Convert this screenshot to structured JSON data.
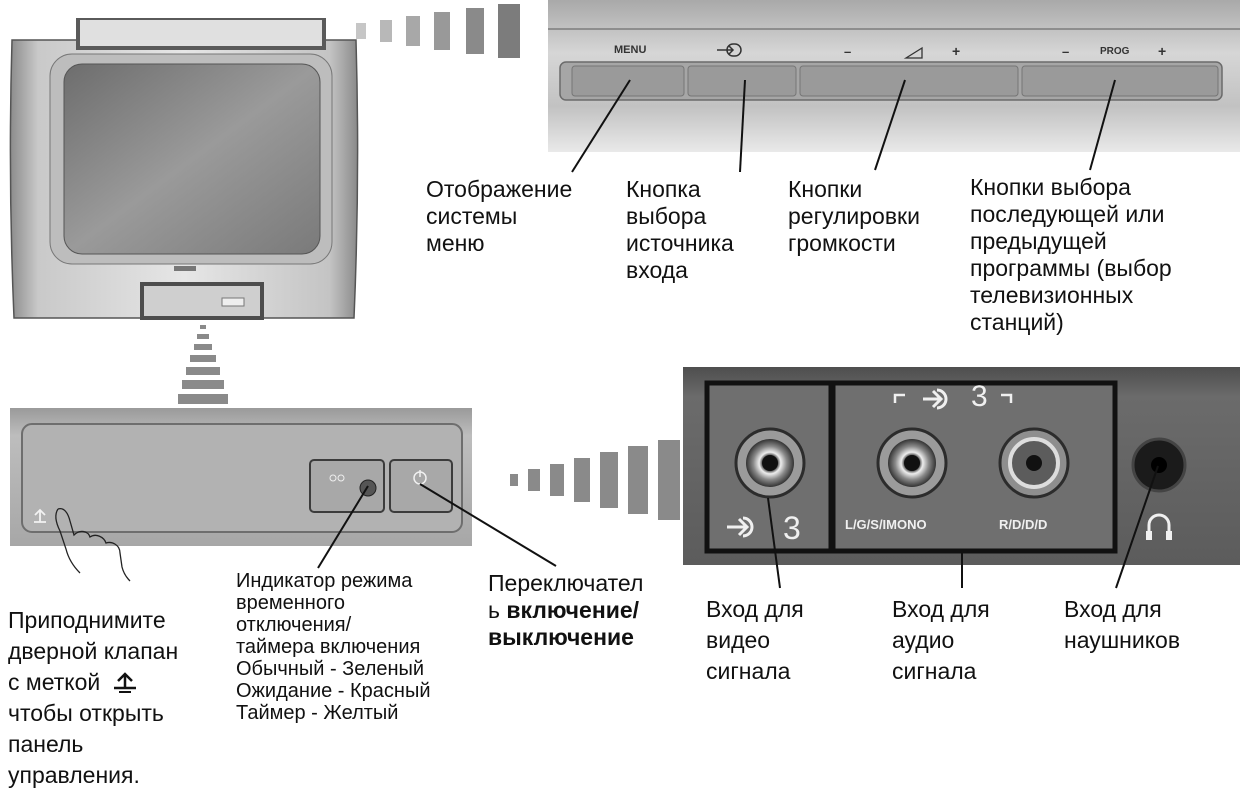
{
  "top_panel": {
    "menu_label": "MENU",
    "vol_minus": "–",
    "vol_plus": "+",
    "prog_minus": "–",
    "prog_label": "PROG",
    "prog_plus": "+"
  },
  "callouts": {
    "menu": [
      "Отображение",
      "системы",
      "меню"
    ],
    "input": [
      "Кнопка",
      "выбора",
      "источника",
      "входа"
    ],
    "volume": [
      "Кнопки",
      "регулировки",
      "громкости"
    ],
    "program": [
      "Кнопки выбора",
      "последующей или",
      "предыдущей",
      "программы (выбор",
      "телевизионных",
      "станций)"
    ],
    "door": [
      "Приподнимите",
      "дверной клапан",
      "с меткой",
      "чтобы открыть",
      "панель",
      "управления."
    ],
    "indicator": [
      "Индикатор режима",
      "временного",
      "отключения/",
      "таймера включения",
      "Обычный - Зеленый",
      "Ожидание - Красный",
      "Таймер - Желтый"
    ],
    "power": [
      "Переключател",
      "ь",
      "включение/",
      "выключение"
    ],
    "video": [
      "Вход для",
      "видео",
      "сигнала"
    ],
    "audio": [
      "Вход для",
      "аудио",
      "сигнала"
    ],
    "headphones": [
      "Вход для",
      "наушников"
    ]
  },
  "connector_panel": {
    "video_label": "3",
    "audio_label": "3",
    "left_label": "L/G/S/IMONO",
    "right_label": "R/D/D/D"
  },
  "icons": [
    "input-source-icon",
    "volume-ramp-icon",
    "door-lift-icon",
    "power-icon",
    "headphones-icon",
    "hand-icon"
  ]
}
